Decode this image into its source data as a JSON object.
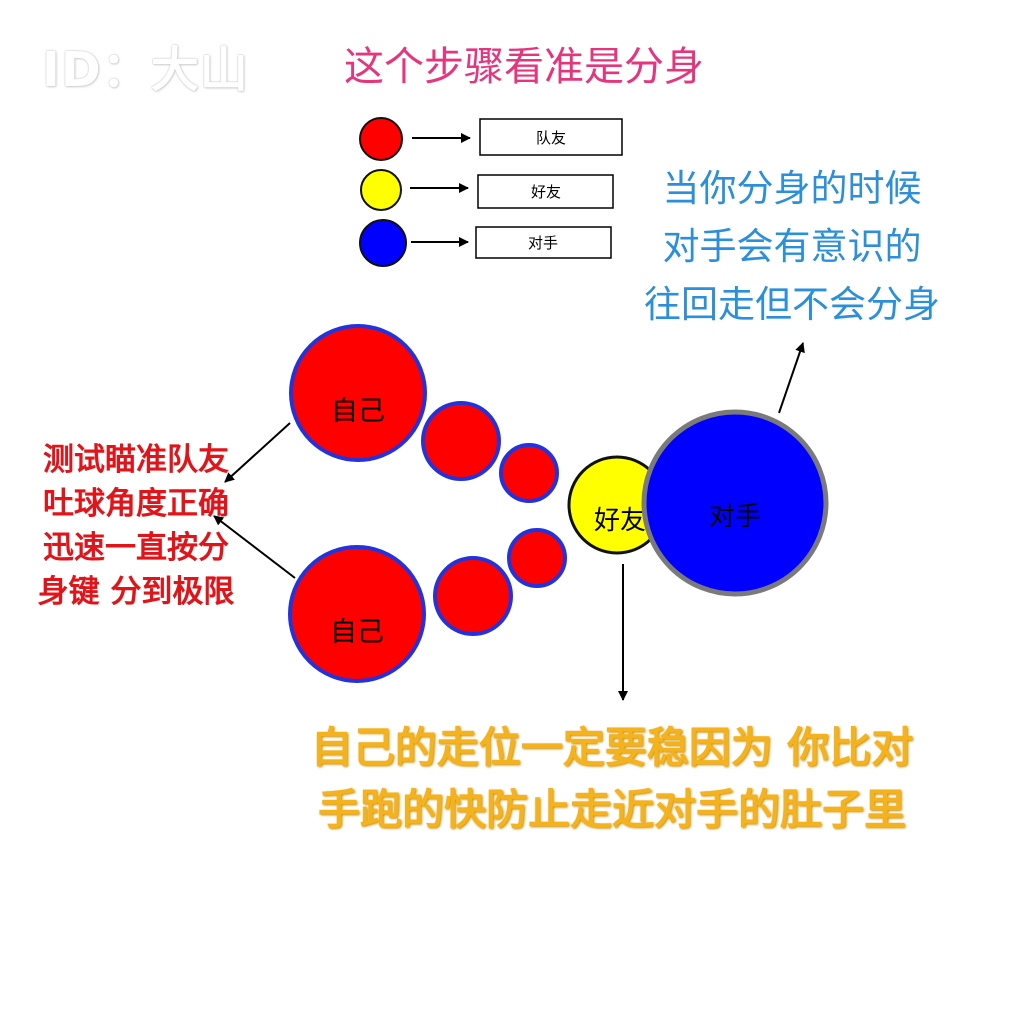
{
  "watermark": "ID：大山",
  "title": "这个步骤看准是分身",
  "legend": [
    {
      "color": "#ff0000",
      "label": "队友"
    },
    {
      "color": "#ffff00",
      "label": "好友"
    },
    {
      "color": "#0000ff",
      "label": "对手"
    }
  ],
  "balls": {
    "self_top": "自己",
    "self_bottom": "自己",
    "friend": "好友",
    "opponent": "对手"
  },
  "notes": {
    "blue": [
      "当你分身的时候",
      "对手会有意识的",
      "往回走但不会分身"
    ],
    "red": [
      "测试瞄准队友",
      "吐球角度正确",
      "迅速一直按分",
      "身键 分到极限"
    ],
    "gold": [
      "自己的走位一定要稳因为 你比对",
      "手跑的快防止走近对手的肚子里"
    ]
  },
  "colors": {
    "red": "#ff0000",
    "yellow": "#ffff00",
    "blue": "#0000ff",
    "ring_blue": "#2233dd",
    "ring_gray": "#7a7a7a",
    "title_pink": "#e6357d",
    "note_blue": "#2b8fdb",
    "note_red": "#e2141a",
    "note_gold": "#f4b21c"
  }
}
